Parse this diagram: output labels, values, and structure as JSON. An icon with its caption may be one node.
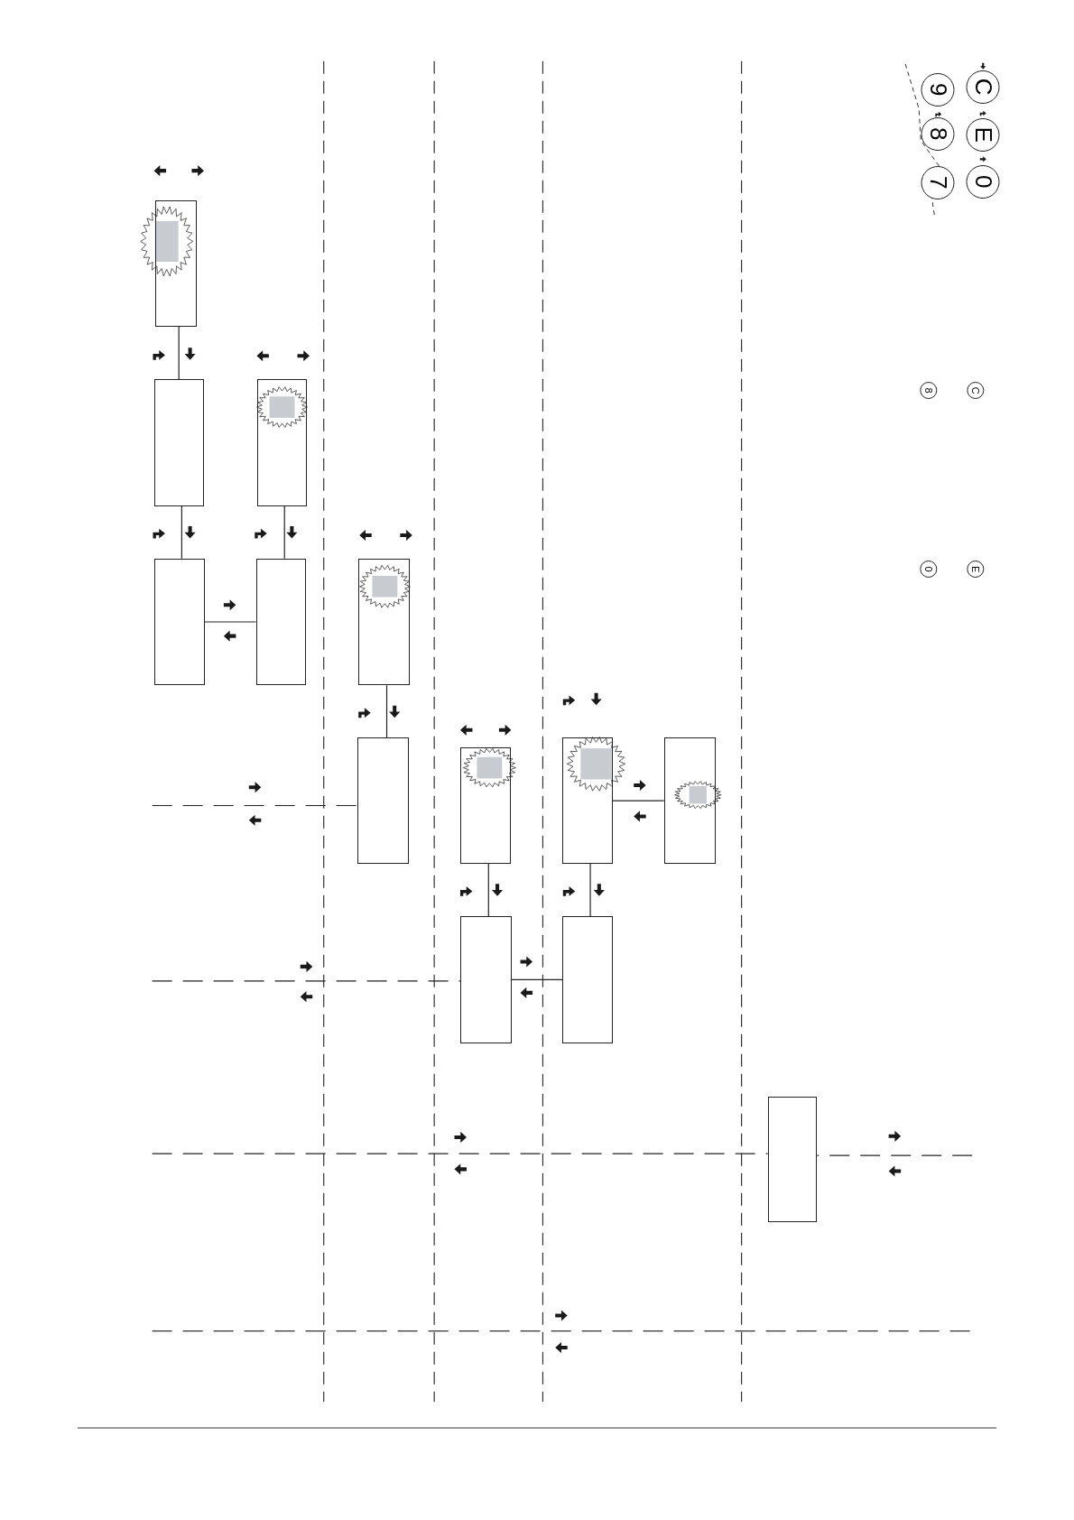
{
  "diagram": {
    "nodes": [
      {
        "text": [],
        "shape": "box"
      },
      {
        "text": [],
        "shape": "box"
      },
      {
        "text": [],
        "shape": "box"
      },
      {
        "text": [],
        "shape": "box"
      },
      {
        "text": [],
        "shape": "box"
      },
      {
        "text": [],
        "shape": "box"
      },
      {
        "text": [],
        "shape": "box"
      },
      {
        "text": [],
        "shape": "box"
      },
      {
        "text": [],
        "shape": "box"
      },
      {
        "text": [],
        "shape": "box"
      },
      {
        "text": [],
        "shape": "box"
      },
      {
        "text": [],
        "shape": "box"
      },
      {
        "text": [],
        "shape": "box"
      }
    ],
    "edges": [
      {
        "from": 0,
        "to": 1,
        "arrow": "none"
      },
      {
        "from": 1,
        "to": 3,
        "arrow": "none"
      },
      {
        "from": 2,
        "to": 4,
        "arrow": "none"
      },
      {
        "from": 3,
        "to": 4,
        "arrow": "none"
      },
      {
        "from": 5,
        "to": 6,
        "arrow": "none"
      },
      {
        "from": 7,
        "to": 10,
        "arrow": "none"
      },
      {
        "from": 8,
        "to": 11,
        "arrow": "none"
      },
      {
        "from": 8,
        "to": 9,
        "arrow": "none"
      },
      {
        "from": 10,
        "to": 11,
        "arrow": "none"
      },
      {
        "from": null,
        "to": 6,
        "arrow": "none",
        "style": "dashed"
      },
      {
        "from": null,
        "to": 10,
        "arrow": "none",
        "style": "dashed"
      },
      {
        "from": null,
        "to": 12,
        "arrow": "none",
        "style": "dashed"
      },
      {
        "from": 12,
        "to": null,
        "arrow": "none",
        "style": "dashed"
      }
    ],
    "labels": [
      "9",
      "C",
      "8",
      "E",
      "7",
      "0",
      "8",
      "C",
      "0",
      "E"
    ]
  }
}
